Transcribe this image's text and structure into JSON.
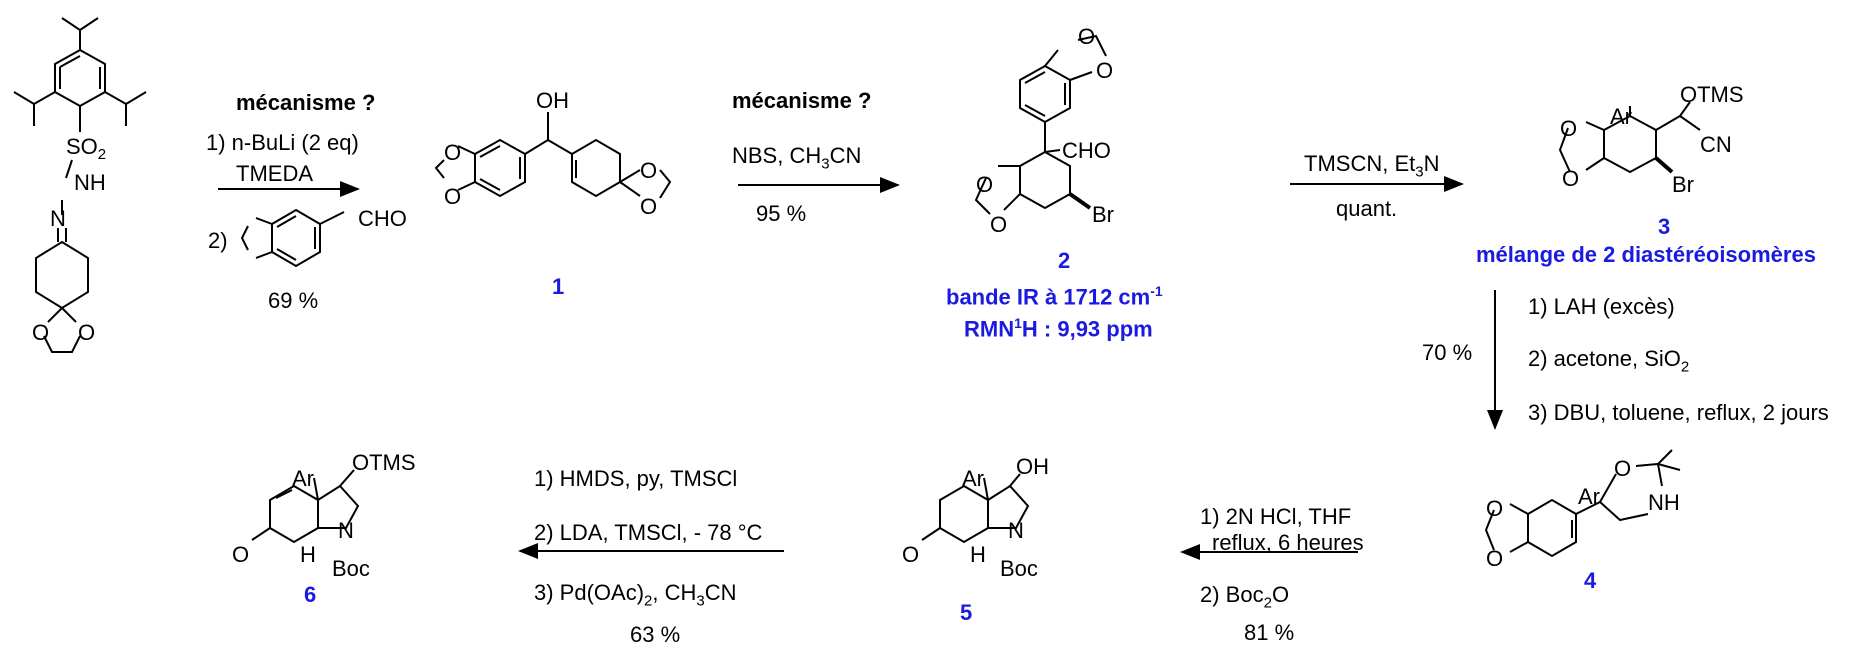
{
  "step1": {
    "question": "mécanisme ?",
    "line1": "1) n-BuLi (2 eq)",
    "line2": "TMEDA",
    "line3_prefix": "2)",
    "line3_group": "CHO",
    "yield": "69 %"
  },
  "step2": {
    "question": "mécanisme ?",
    "reagents": "NBS, CH",
    "reagents_sub": "3",
    "reagents_tail": "CN",
    "yield": "95 %"
  },
  "step3": {
    "reagents": "TMSCN, Et",
    "reagents_sub": "3",
    "reagents_tail": "N",
    "condition": "quant."
  },
  "step4": {
    "line1": "1) LAH (excès)",
    "line2": "2) acetone, SiO",
    "line2_sub": "2",
    "line3": "3) DBU, toluene, reflux, 2 jours",
    "yield": "70 %"
  },
  "step5": {
    "line1": "1) 2N HCl, THF",
    "line2": "reflux, 6 heures",
    "line3": "2) Boc",
    "line3_sub": "2",
    "line3_tail": "O",
    "yield": "81 %"
  },
  "step6": {
    "line1": "1) HMDS, py, TMSCl",
    "line2": "2) LDA, TMSCl, - 78 °C",
    "line3": "3) Pd(OAc)",
    "line3_sub": "2",
    "line3_tail": ", CH",
    "line3_sub2": "3",
    "line3_tail2": "CN",
    "yield": "63 %"
  },
  "compounds": {
    "c1": {
      "number": "1"
    },
    "c2": {
      "number": "2",
      "ir": "bande IR à 1712 cm",
      "ir_sup": "-1",
      "nmr_pre": "RMN",
      "nmr_sup": "1",
      "nmr_post": "H : 9,93 ppm"
    },
    "c3": {
      "number": "3",
      "note": "mélange de 2 diastéréoisomères"
    },
    "c4": {
      "number": "4"
    },
    "c5": {
      "number": "5"
    },
    "c6": {
      "number": "6"
    }
  },
  "atoms": {
    "so2": "SO",
    "so2_sub": "2",
    "nh": "NH",
    "n": "N",
    "o": "O",
    "oh": "OH",
    "cho": "CHO",
    "br": "Br",
    "otms": "OTMS",
    "ar": "Ar",
    "cn": "CN",
    "h": "H",
    "boc": "Boc"
  },
  "colors": {
    "accent": "#1a1ae0",
    "ink": "#000000"
  }
}
